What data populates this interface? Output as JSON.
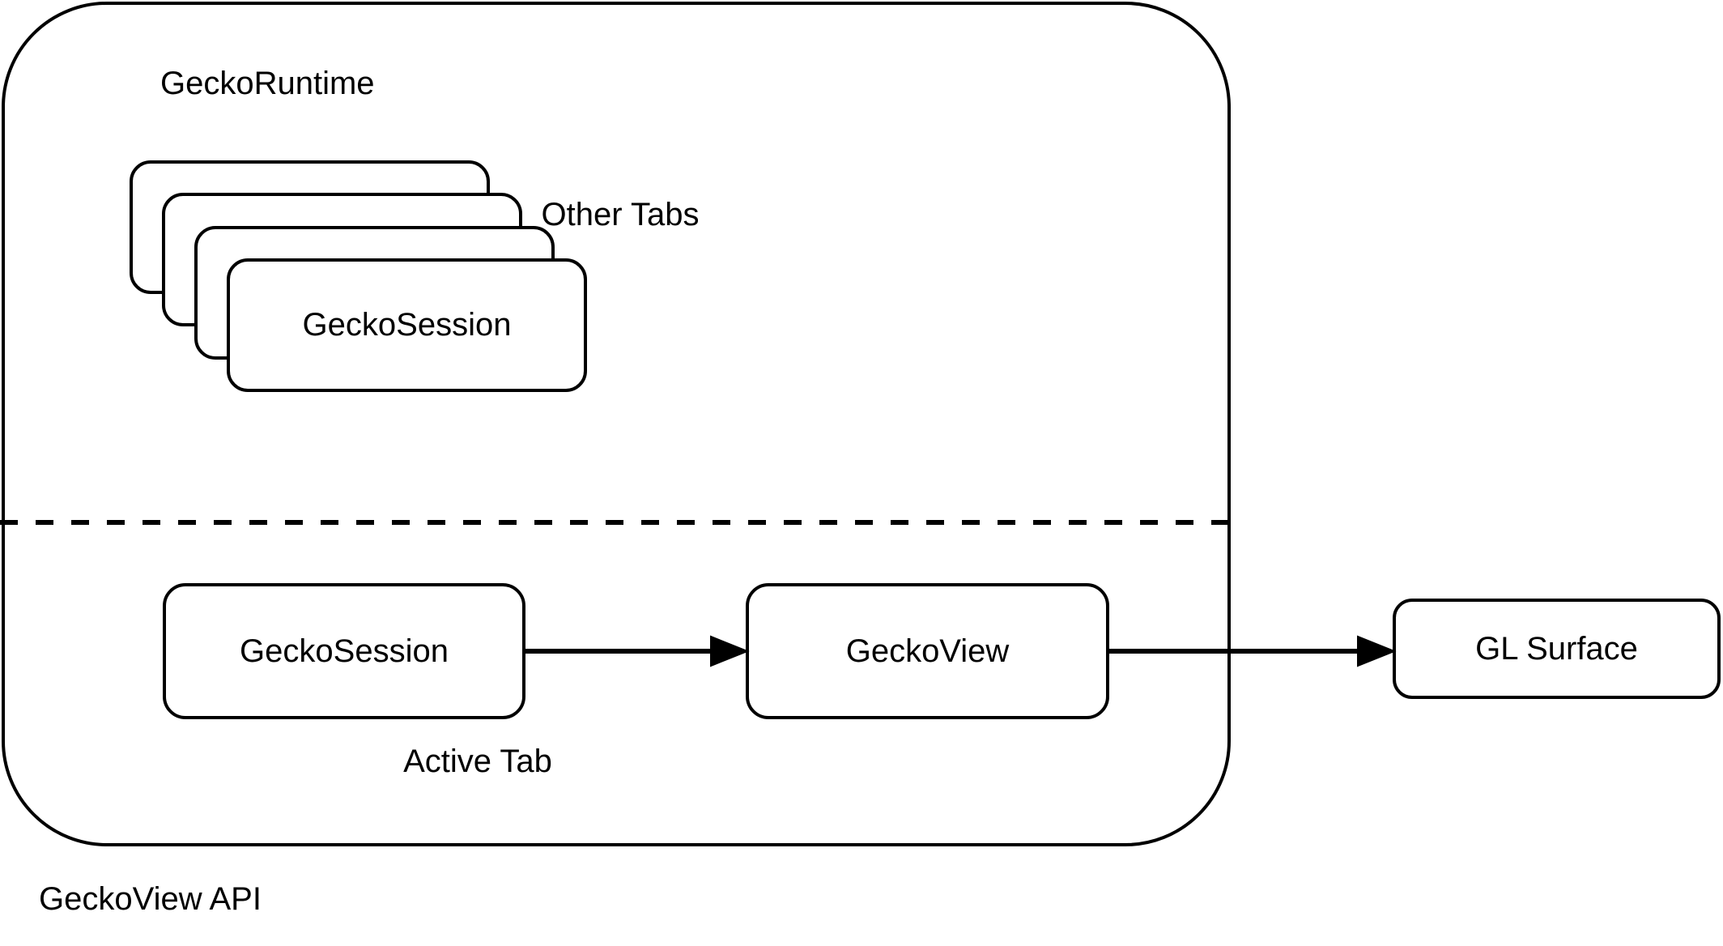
{
  "diagram": {
    "title_label": "GeckoView API",
    "runtime_label": "GeckoRuntime",
    "other_tabs_label": "Other Tabs",
    "active_tab_label": "Active Tab",
    "stack": {
      "front_card_label": "GeckoSession",
      "card_count": 4
    },
    "nodes": {
      "session": "GeckoSession",
      "view": "GeckoView",
      "gl_surface": "GL Surface"
    },
    "edges": [
      {
        "from": "GeckoSession",
        "to": "GeckoView"
      },
      {
        "from": "GeckoView",
        "to": "GL Surface"
      }
    ],
    "colors": {
      "stroke": "#000000",
      "fill": "#ffffff",
      "text": "#000000"
    }
  }
}
